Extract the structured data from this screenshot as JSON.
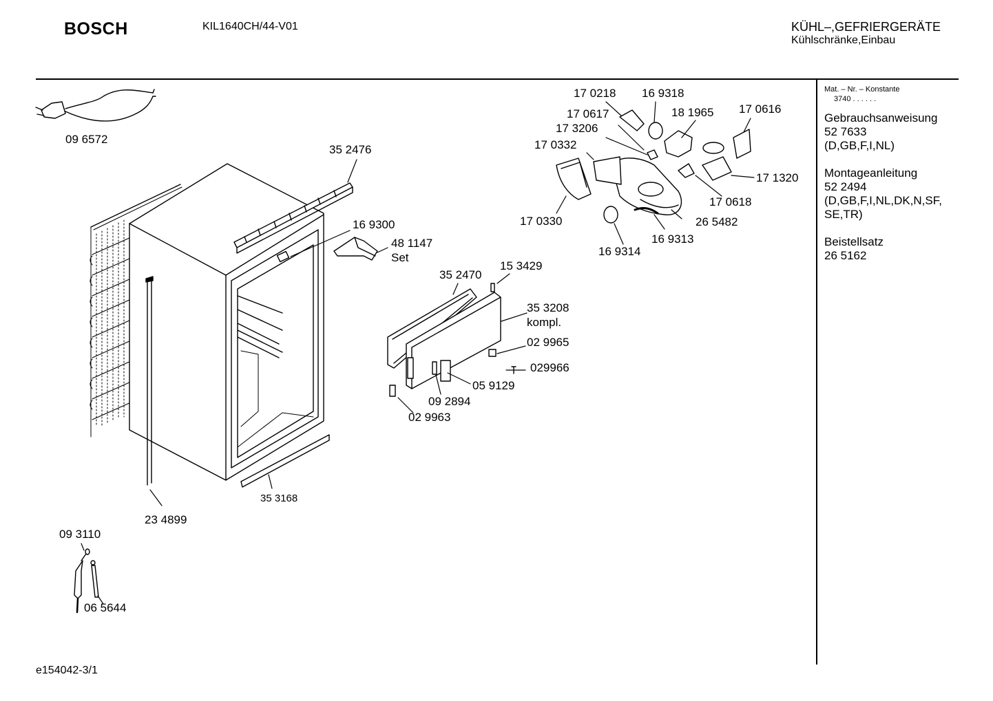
{
  "header": {
    "brand": "BOSCH",
    "model": "KIL1640CH/44-V01",
    "category_main": "KÜHL–,GEFRIERGERÄTE",
    "category_sub": "Kühlschränke,Einbau"
  },
  "sidebar": {
    "mat_title": "Mat. – Nr. – Konstante",
    "mat_value": "3740  .  .  .  .  .  .",
    "docs": [
      {
        "title": "Gebrauchsanweisung",
        "number": "52 7633",
        "langs": "(D,GB,F,I,NL)"
      },
      {
        "title": "Montageanleitung",
        "number": "52 2494",
        "langs": "(D,GB,F,I,NL,DK,N,SF, SE,TR)"
      },
      {
        "title": "Beistellsatz",
        "number": "26 5162",
        "langs": ""
      }
    ]
  },
  "parts": {
    "p096572": "09 6572",
    "p352476": "35 2476",
    "p169300": "16 9300",
    "p481147": "48 1147",
    "p481147_note": "Set",
    "p170218": "17 0218",
    "p169318": "16 9318",
    "p170617": "17 0617",
    "p173206": "17 3206",
    "p181965": "18 1965",
    "p170616": "17 0616",
    "p170332": "17 0332",
    "p171320": "17 1320",
    "p170618": "17 0618",
    "p170330": "17 0330",
    "p265482": "26 5482",
    "p169313": "16 9313",
    "p169314": "16 9314",
    "p153429": "15 3429",
    "p352470": "35 2470",
    "p353208": "35 3208",
    "p353208_note": "kompl.",
    "p029965": "02 9965",
    "p029966": "029966",
    "p059129": "05 9129",
    "p092894": "09 2894",
    "p029963": "02 9963",
    "p353168": "35 3168",
    "p234899": "23 4899",
    "p093110": "09 3110",
    "p065644": "06 5644"
  },
  "footer": {
    "drawing_code": "e154042-3/1"
  }
}
